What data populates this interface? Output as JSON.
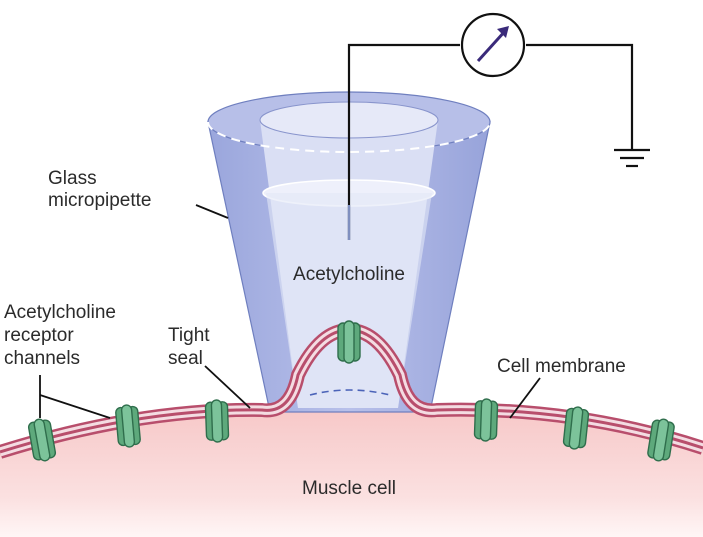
{
  "labels": {
    "glass": [
      "Glass",
      "micropipette"
    ],
    "acetylcholine": "Acetylcholine",
    "receptors": [
      "Acetylcholine",
      "receptor",
      "channels"
    ],
    "tight_seal": [
      "Tight",
      "seal"
    ],
    "cell_membrane": "Cell membrane",
    "muscle_cell": "Muscle cell"
  },
  "icons": {
    "meter": "ammeter-icon",
    "ground": "ground-symbol-icon"
  },
  "colors": {
    "cell": "#f6c6c6",
    "pipette_wall": "#aab4e2",
    "pipette_inner": "#d7dcf2",
    "membrane": "#c0607a",
    "channel": "#5faa7e",
    "wire": "#111111"
  }
}
